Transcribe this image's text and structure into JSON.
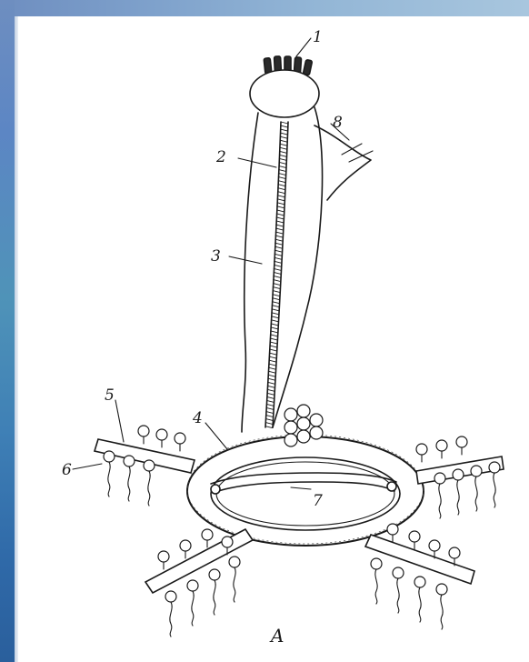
{
  "labels": {
    "l1": "1",
    "l2": "2",
    "l3": "3",
    "l4": "4",
    "l5": "5",
    "l6": "6",
    "l7": "7",
    "l8": "8"
  },
  "caption": "A",
  "colors": {
    "ink": "#1a1a1a",
    "frame_blue": "#4f7fb8"
  }
}
